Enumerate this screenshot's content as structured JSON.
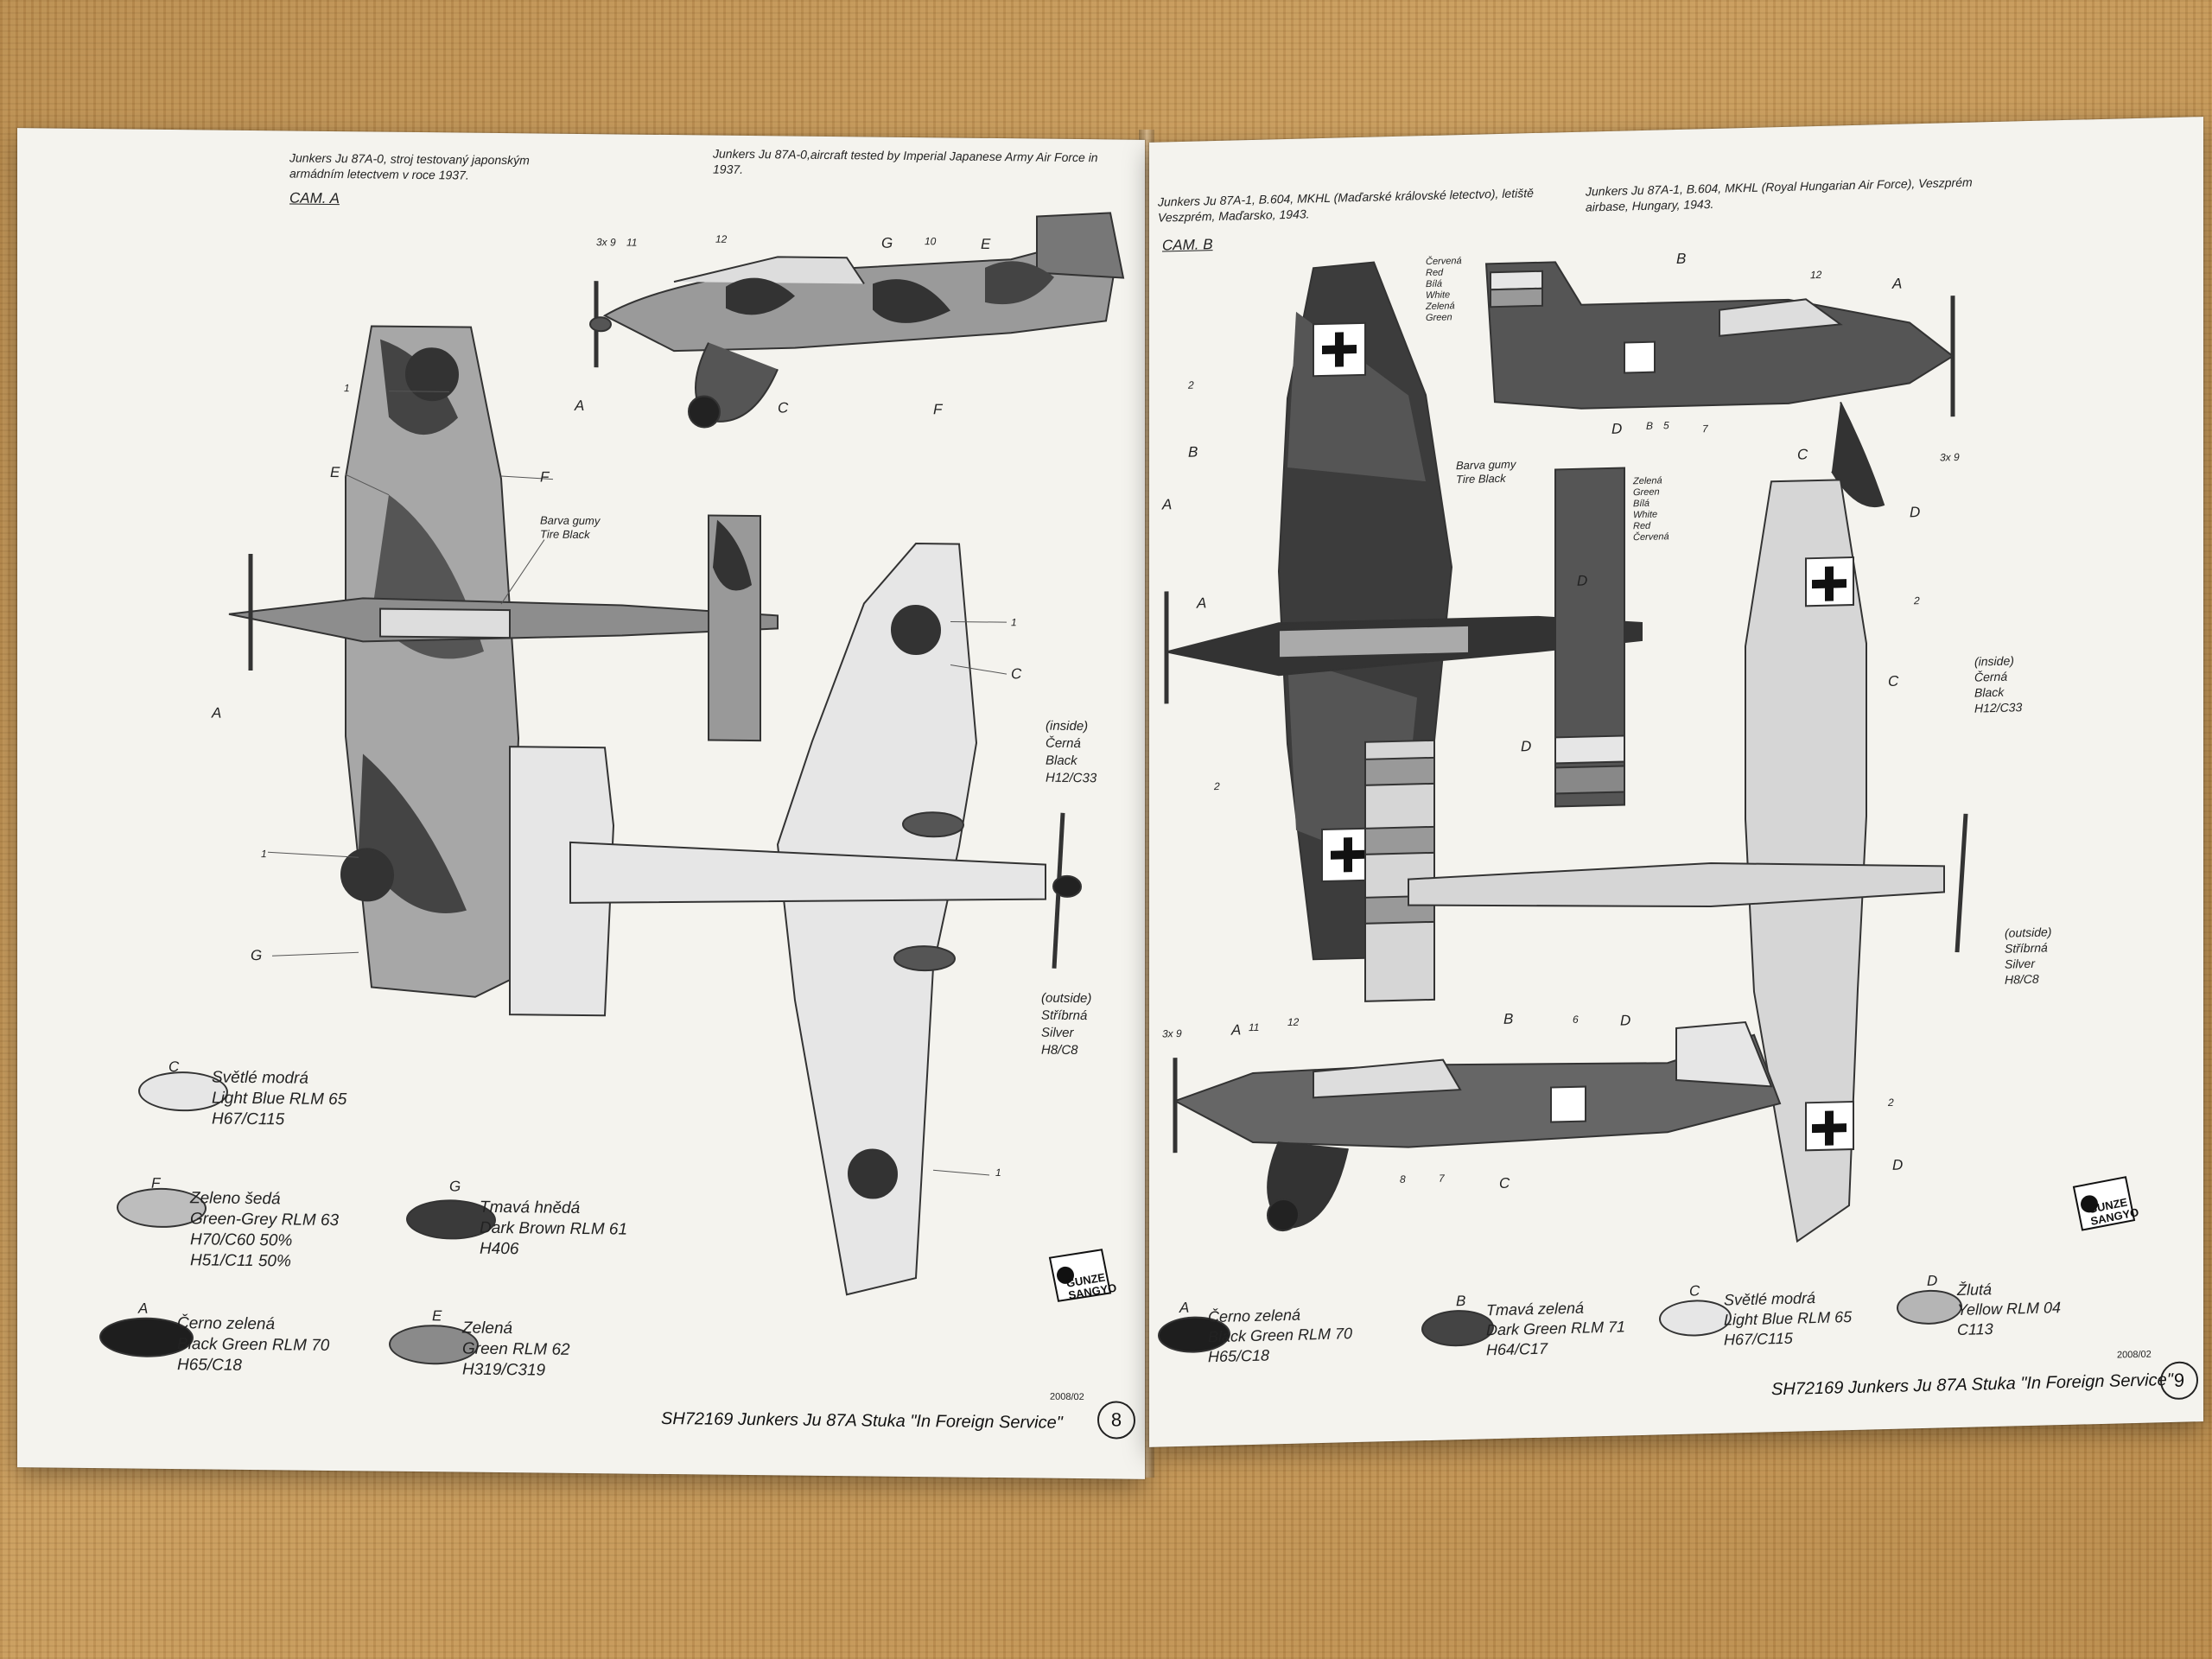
{
  "left": {
    "caption_cz": "Junkers Ju 87A-0, stroj testovaný japonským armádním letectvem v roce 1937.",
    "caption_en": "Junkers Ju 87A-0,aircraft tested by Imperial Japanese Army Air Force in 1937.",
    "cam": "CAM. A",
    "callouts": {
      "tire": "Barva gumy\nTire Black",
      "inside": "(inside)\nČerná\nBlack\nH12/C33",
      "outside": "(outside)\nStříbrná\nSilver\nH8/C8"
    },
    "markers": [
      "3x 9",
      "11",
      "12",
      "G",
      "10",
      "E",
      "A",
      "C",
      "F",
      "1",
      "E",
      "F",
      "1",
      "C",
      "A",
      "1",
      "G",
      "1"
    ],
    "swatches": [
      {
        "letter": "C",
        "text": "Světlé modrá\nLight Blue RLM 65\nH67/C115",
        "color": "#e6e6e6"
      },
      {
        "letter": "F",
        "text": "Zeleno šedá\nGreen-Grey RLM 63\nH70/C60 50%\nH51/C11 50%",
        "color": "#bdbdbd"
      },
      {
        "letter": "G",
        "text": "Tmavá hnědá\nDark Brown RLM 61\nH406",
        "color": "#3a3a3a"
      },
      {
        "letter": "A",
        "text": "Černo zelená\nBlack Green RLM 70\nH65/C18",
        "color": "#1e1e1e"
      },
      {
        "letter": "E",
        "text": "Zelená\nGreen RLM 62\nH319/C319",
        "color": "#8a8a8a"
      }
    ],
    "date": "2008/02",
    "footer": "SH72169 Junkers Ju 87A Stuka \"In Foreign Service\"",
    "page_number": "8",
    "logo": "GUNZE\nSANGYO"
  },
  "right": {
    "caption_cz": "Junkers Ju 87A-1, B.604, MKHL (Maďarské královské letectvo), letiště Veszprém, Maďarsko, 1943.",
    "caption_en": "Junkers Ju 87A-1, B.604, MKHL (Royal Hungarian Air Force), Veszprém airbase, Hungary, 1943.",
    "cam": "CAM. B",
    "callouts": {
      "flag_top": "Červená\nRed\nBílá\nWhite\nZelená\nGreen",
      "flag_mid": "Zelená\nGreen\nBílá\nWhite\nRed\nČervená",
      "tire": "Barva gumy\nTire Black",
      "inside": "(inside)\nČerná\nBlack\nH12/C33",
      "outside": "(outside)\nStříbrná\nSilver\nH8/C8"
    },
    "markers": [
      "B",
      "12",
      "A",
      "2",
      "B",
      "D",
      "B",
      "5",
      "7",
      "C",
      "3x 9",
      "A",
      "A",
      "D",
      "D",
      "2",
      "C",
      "D",
      "2",
      "3x 9",
      "A",
      "11",
      "12",
      "B",
      "6",
      "D",
      "8",
      "7",
      "C",
      "2",
      "D"
    ],
    "swatches": [
      {
        "letter": "A",
        "text": "Černo zelená\nBlack Green RLM 70\nH65/C18",
        "color": "#1e1e1e"
      },
      {
        "letter": "B",
        "text": "Tmavá zelená\nDark Green RLM 71\nH64/C17",
        "color": "#444444"
      },
      {
        "letter": "C",
        "text": "Světlé modrá\nLight Blue RLM 65\nH67/C115",
        "color": "#e6e6e6"
      },
      {
        "letter": "D",
        "text": "Žlutá\nYellow RLM 04\nC113",
        "color": "#b5b5b5"
      }
    ],
    "date": "2008/02",
    "footer": "SH72169 Junkers Ju 87A Stuka \"In Foreign Service\"",
    "page_number": "9",
    "logo": "GUNZE\nSANGYO"
  }
}
